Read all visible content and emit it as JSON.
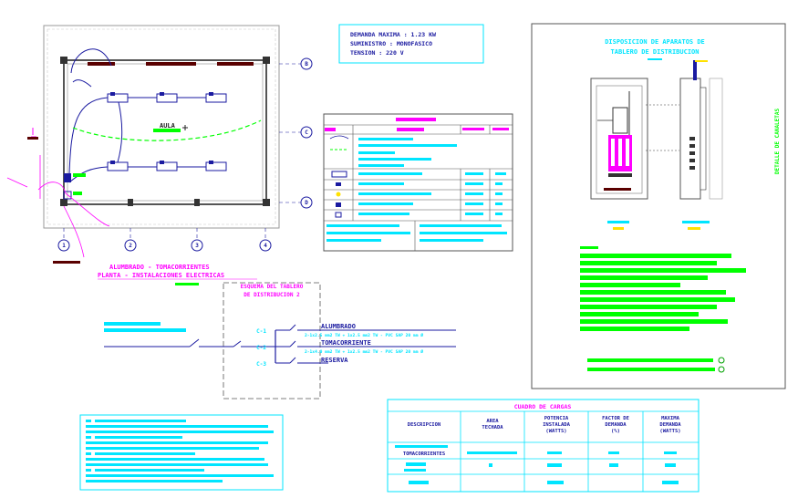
{
  "drawing": {
    "plan_title_1": "ALUMBRADO - TOMACORRIENTES",
    "plan_title_2": "PLANTA - INSTALACIONES ELECTRICAS",
    "room_label": "AULA",
    "data_box": {
      "demanda": "DEMANDA MAXIMA : 1.23 KW",
      "suministro": "SUMINISTRO :      MONOFASICO",
      "tension": "TENSION :         220 V"
    },
    "panel": {
      "title_1": "DISPOSICION DE APARATOS DE",
      "title_2": "TABLERO DE DISTRIBUCION",
      "side_label": "DETALLE DE CANALETAS"
    },
    "schematic": {
      "title_1": "ESQUEMA DEL TABLERO",
      "title_2": "DE DISTRIBUCION 2",
      "circuits": [
        {
          "id": "C-1",
          "name": "ALUMBRADO",
          "cable": "2-1x2.5 mm2 TW + 1x2.5 mm2 TW - PVC SAP 20 mm Ø"
        },
        {
          "id": "C-2",
          "name": "TOMACORRIENTE",
          "cable": "2-1x4.0 mm2 TW + 1x2.5 mm2 TW - PVC SAP 20 mm Ø"
        },
        {
          "id": "C-3",
          "name": "RESERVA",
          "cable": ""
        }
      ]
    },
    "load_table": {
      "title": "CUADRO DE CARGAS",
      "headers": [
        "DESCRIPCION",
        "AREA\nTECHADA",
        "POTENCIA\nINSTALADA\n(WATTS)",
        "FACTOR DE\nDEMANDA\n(%)",
        "MAXIMA\nDEMANDA\n(WATTS)"
      ],
      "row_label": "TOMACORRIENTES"
    },
    "axes": {
      "right": [
        "B",
        "C",
        "D"
      ],
      "bottom": [
        "1",
        "2",
        "3",
        "4"
      ]
    },
    "colors": {
      "magenta": "#ff00ff",
      "cyan": "#00e5ff",
      "green": "#00ff00",
      "yellow": "#ffe100",
      "blue": "#1a1aa0",
      "dark": "#8a0000"
    }
  }
}
